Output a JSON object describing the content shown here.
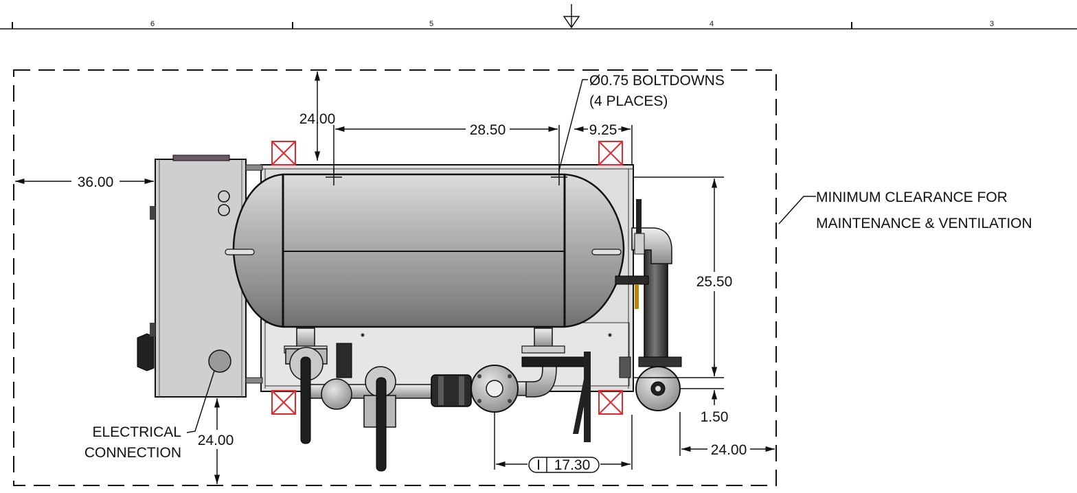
{
  "border": {
    "zones": [
      "6",
      "5",
      "4",
      "3"
    ]
  },
  "dimensions": {
    "top_clearance": "24.00",
    "left_clearance": "36.00",
    "boltdown_spacing": "28.50",
    "boltdown_offset": "9.25",
    "height": "25.50",
    "pipe_offset": "1.50",
    "right_clearance": "24.00",
    "bottom_clearance": "24.00",
    "inspection_prefix": "I",
    "inspection_value": "17.30"
  },
  "notes": {
    "boltdowns_line1": "Ø0.75 BOLTDOWNS",
    "boltdowns_line2": "(4 PLACES)",
    "clearance_line1": "MINIMUM CLEARANCE FOR",
    "clearance_line2": "MAINTENANCE & VENTILATION",
    "electrical_line1": "ELECTRICAL",
    "electrical_line2": "CONNECTION"
  },
  "colors": {
    "boltdown_marker": "#e8262b",
    "tank_gray": "#a9a9a9",
    "panel_gray": "#cfcfcf"
  }
}
